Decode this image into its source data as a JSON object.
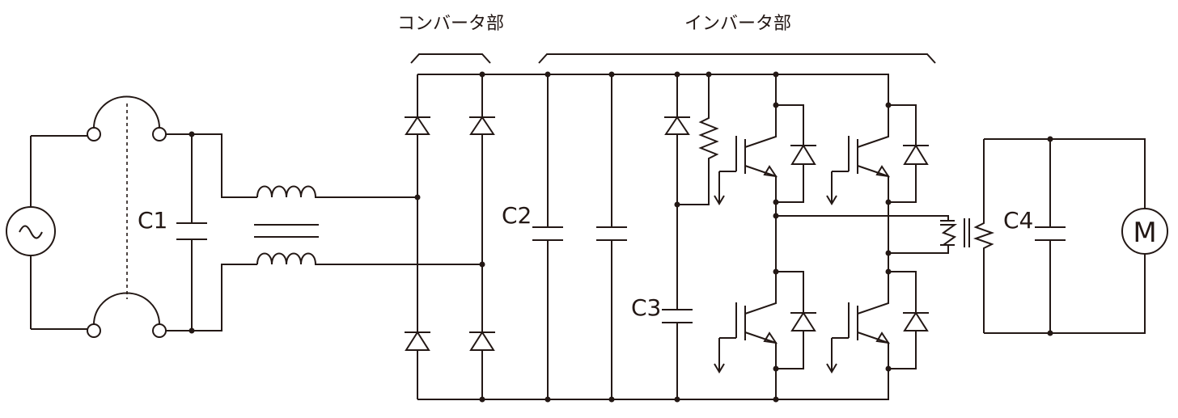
{
  "sections": {
    "converter": "コンバータ部",
    "inverter": "インバータ部"
  },
  "labels": {
    "c1": "C1",
    "c2": "C2",
    "c3": "C3",
    "c4": "C4",
    "motor": "M"
  },
  "colors": {
    "line": "#231815",
    "background": "#ffffff"
  }
}
